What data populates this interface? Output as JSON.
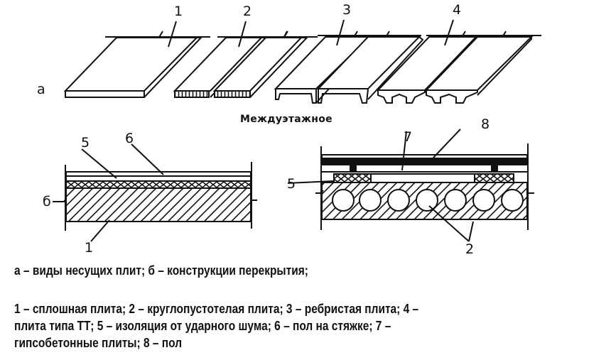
{
  "diagram": {
    "section_a_label": "а",
    "section_b_label": "б",
    "middle_heading": "Междуэтажное",
    "slab_labels": [
      "1",
      "2",
      "3",
      "4"
    ],
    "left_section_labels": {
      "insulation": "5",
      "screed_floor": "6",
      "solid_slab": "1"
    },
    "right_section_labels": {
      "insulation": "5",
      "gypsum_panels": "7",
      "floor": "8",
      "hollow_slab": "2"
    }
  },
  "caption": {
    "line1": "а – виды несущих плит; б – конструкции перекрытия;",
    "legend_lines": [
      "1 – сплошная плита; 2 – круглопустотелая плита; 3 – ребристая плита; 4 –",
      "плита типа ТТ; 5 – изоляция от ударного шума; 6 – пол на стяжке; 7 –",
      "гипсобетонные плиты; 8 – пол"
    ]
  },
  "colors": {
    "ink": "#111111",
    "background": "#ffffff"
  }
}
